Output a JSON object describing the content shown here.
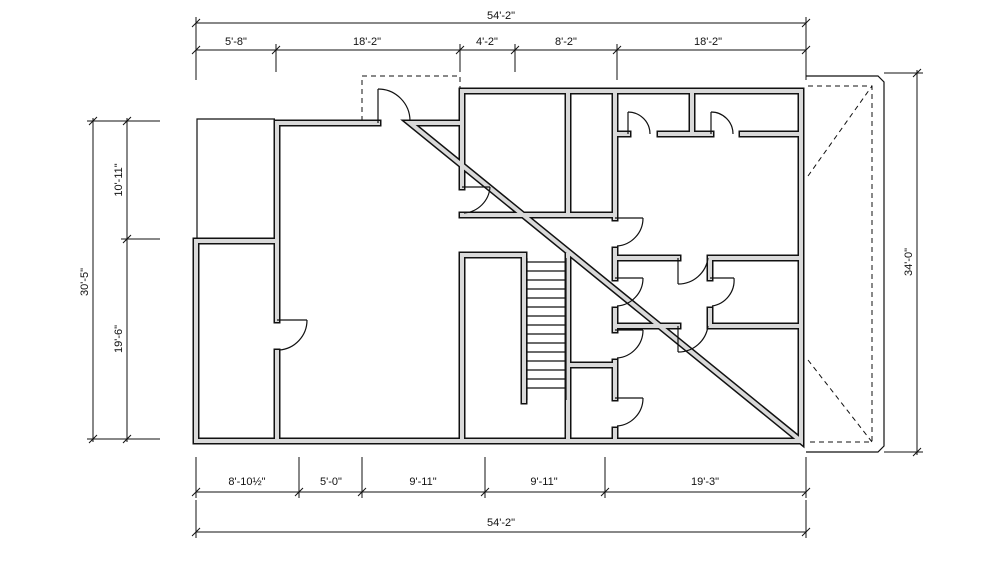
{
  "dimensions": {
    "top_total": "54'-2\"",
    "top_segments": [
      "5'-8\"",
      "18'-2\"",
      "4'-2\"",
      "8'-2\"",
      "18'-2\""
    ],
    "bottom_total": "54'-2\"",
    "bottom_segments": [
      "8'-10½\"",
      "5'-0\"",
      "9'-11\"",
      "9'-11\"",
      "19'-3\""
    ],
    "left_total": "30'-5\"",
    "left_segments": [
      "10'-11\"",
      "19'-6\""
    ],
    "right_total": "34'-0\""
  },
  "colors": {
    "ink": "#111111",
    "wall_fill": "#d9d9d9",
    "paper": "#ffffff"
  }
}
